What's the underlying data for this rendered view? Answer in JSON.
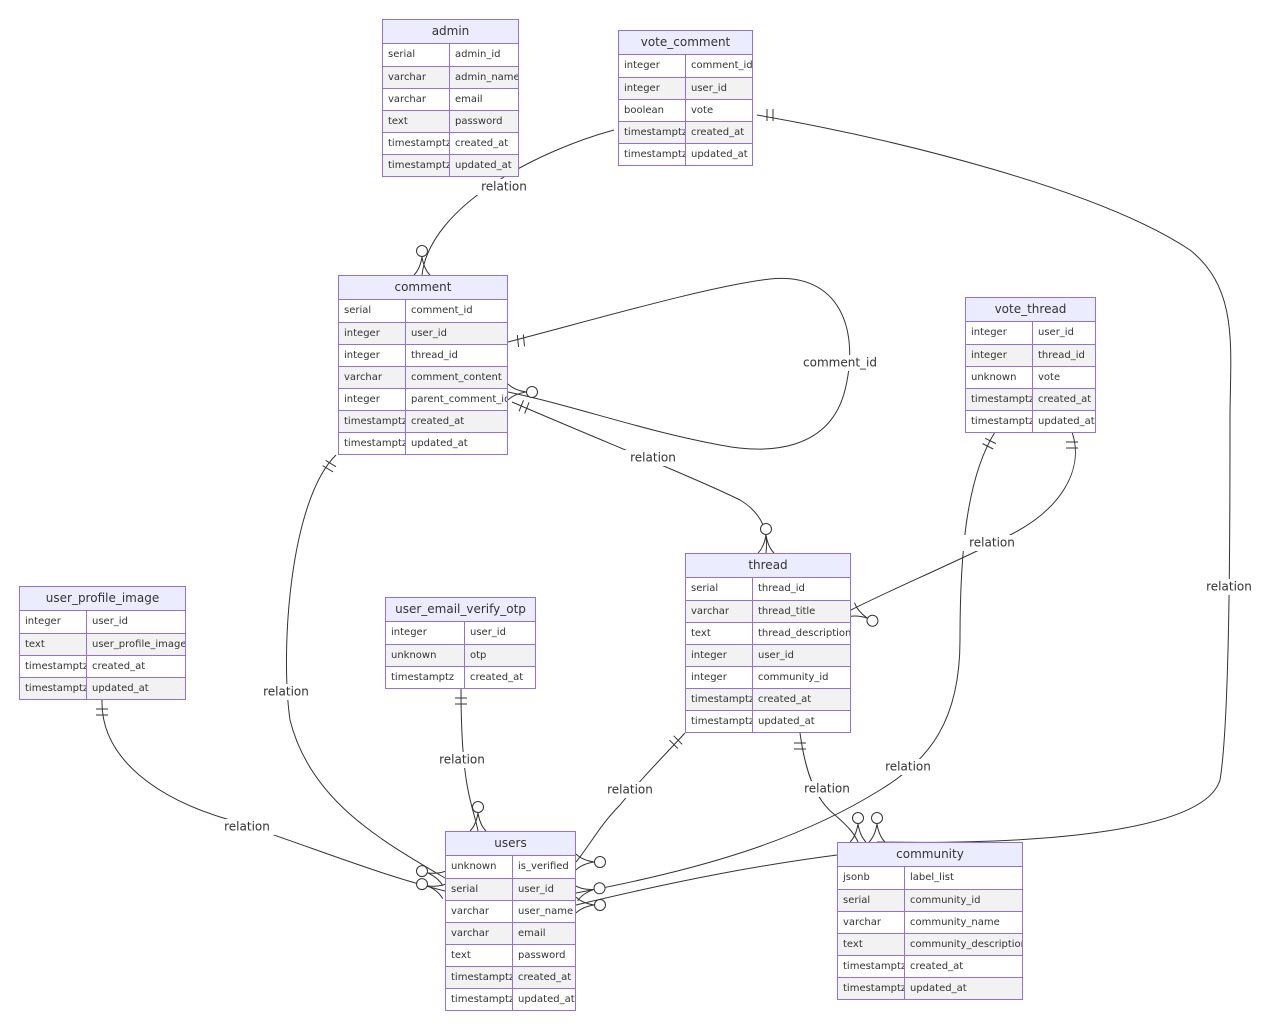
{
  "colors": {
    "entity_border": "#9370db",
    "entity_header_bg": "#ececff",
    "row_odd_bg": "#ffffff",
    "row_even_bg": "#f2f2f2",
    "line": "#333333",
    "text": "#333333"
  },
  "entities": [
    {
      "id": "admin",
      "name": "admin",
      "attributes": [
        {
          "type": "serial",
          "name": "admin_id"
        },
        {
          "type": "varchar",
          "name": "admin_name"
        },
        {
          "type": "varchar",
          "name": "email"
        },
        {
          "type": "text",
          "name": "password"
        },
        {
          "type": "timestamptz",
          "name": "created_at"
        },
        {
          "type": "timestamptz",
          "name": "updated_at"
        }
      ]
    },
    {
      "id": "vote_comment",
      "name": "vote_comment",
      "attributes": [
        {
          "type": "integer",
          "name": "comment_id"
        },
        {
          "type": "integer",
          "name": "user_id"
        },
        {
          "type": "boolean",
          "name": "vote"
        },
        {
          "type": "timestamptz",
          "name": "created_at"
        },
        {
          "type": "timestamptz",
          "name": "updated_at"
        }
      ]
    },
    {
      "id": "comment",
      "name": "comment",
      "attributes": [
        {
          "type": "serial",
          "name": "comment_id"
        },
        {
          "type": "integer",
          "name": "user_id"
        },
        {
          "type": "integer",
          "name": "thread_id"
        },
        {
          "type": "varchar",
          "name": "comment_content"
        },
        {
          "type": "integer",
          "name": "parent_comment_id"
        },
        {
          "type": "timestamptz",
          "name": "created_at"
        },
        {
          "type": "timestamptz",
          "name": "updated_at"
        }
      ]
    },
    {
      "id": "vote_thread",
      "name": "vote_thread",
      "attributes": [
        {
          "type": "integer",
          "name": "user_id"
        },
        {
          "type": "integer",
          "name": "thread_id"
        },
        {
          "type": "unknown",
          "name": "vote"
        },
        {
          "type": "timestamptz",
          "name": "created_at"
        },
        {
          "type": "timestamptz",
          "name": "updated_at"
        }
      ]
    },
    {
      "id": "thread",
      "name": "thread",
      "attributes": [
        {
          "type": "serial",
          "name": "thread_id"
        },
        {
          "type": "varchar",
          "name": "thread_title"
        },
        {
          "type": "text",
          "name": "thread_description"
        },
        {
          "type": "integer",
          "name": "user_id"
        },
        {
          "type": "integer",
          "name": "community_id"
        },
        {
          "type": "timestamptz",
          "name": "created_at"
        },
        {
          "type": "timestamptz",
          "name": "updated_at"
        }
      ]
    },
    {
      "id": "user_profile_image",
      "name": "user_profile_image",
      "attributes": [
        {
          "type": "integer",
          "name": "user_id"
        },
        {
          "type": "text",
          "name": "user_profile_image"
        },
        {
          "type": "timestamptz",
          "name": "created_at"
        },
        {
          "type": "timestamptz",
          "name": "updated_at"
        }
      ]
    },
    {
      "id": "user_email_verify_otp",
      "name": "user_email_verify_otp",
      "attributes": [
        {
          "type": "integer",
          "name": "user_id"
        },
        {
          "type": "unknown",
          "name": "otp"
        },
        {
          "type": "timestamptz",
          "name": "created_at"
        }
      ]
    },
    {
      "id": "users",
      "name": "users",
      "attributes": [
        {
          "type": "unknown",
          "name": "is_verified"
        },
        {
          "type": "serial",
          "name": "user_id"
        },
        {
          "type": "varchar",
          "name": "user_name"
        },
        {
          "type": "varchar",
          "name": "email"
        },
        {
          "type": "text",
          "name": "password"
        },
        {
          "type": "timestamptz",
          "name": "created_at"
        },
        {
          "type": "timestamptz",
          "name": "updated_at"
        }
      ]
    },
    {
      "id": "community",
      "name": "community",
      "attributes": [
        {
          "type": "jsonb",
          "name": "label_list"
        },
        {
          "type": "serial",
          "name": "community_id"
        },
        {
          "type": "varchar",
          "name": "community_name"
        },
        {
          "type": "text",
          "name": "community_description"
        },
        {
          "type": "timestamptz",
          "name": "created_at"
        },
        {
          "type": "timestamptz",
          "name": "updated_at"
        }
      ]
    }
  ],
  "relationships": [
    {
      "from": "vote_comment",
      "to": "comment",
      "label": "relation"
    },
    {
      "from": "comment",
      "to": "comment",
      "label": "comment_id"
    },
    {
      "from": "comment",
      "to": "thread",
      "label": "relation"
    },
    {
      "from": "comment",
      "to": "users",
      "label": "relation"
    },
    {
      "from": "vote_thread",
      "to": "thread",
      "label": "relation"
    },
    {
      "from": "vote_thread",
      "to": "users",
      "label": "relation"
    },
    {
      "from": "vote_comment",
      "to": "community",
      "label": "relation"
    },
    {
      "from": "user_profile_image",
      "to": "users",
      "label": "relation"
    },
    {
      "from": "user_email_verify_otp",
      "to": "users",
      "label": "relation"
    },
    {
      "from": "thread",
      "to": "users",
      "label": "relation"
    },
    {
      "from": "thread",
      "to": "community",
      "label": "relation"
    },
    {
      "from": "community",
      "to": "users",
      "label": "relation"
    }
  ]
}
